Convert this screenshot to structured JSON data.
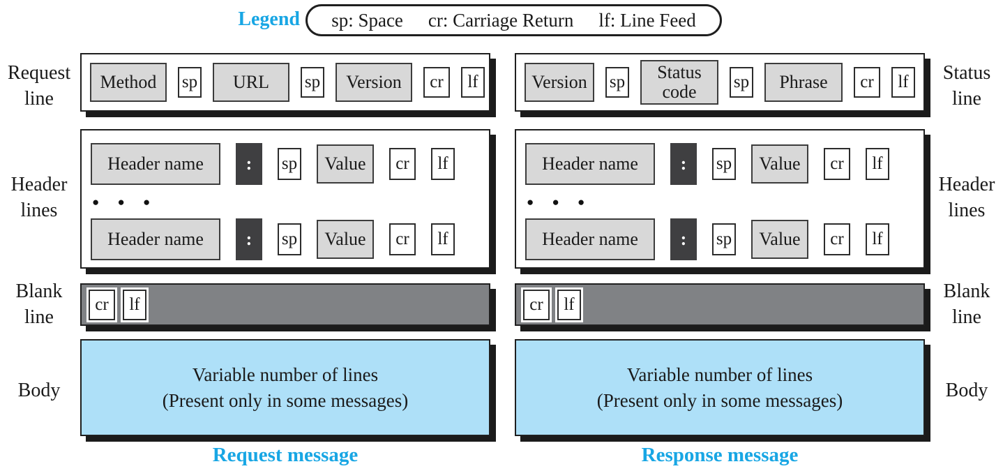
{
  "colors": {
    "accent_cyan": "#18a6e4",
    "box_fill_gray": "#d8d8d8",
    "colon_box_dark": "#3f3f41",
    "blank_bar_gray": "#808285",
    "body_fill_blue": "#aee0f8",
    "shadow_black": "#1b1b1b"
  },
  "legend": {
    "title": "Legend",
    "items": [
      "sp: Space",
      "cr: Carriage Return",
      "lf: Line Feed"
    ]
  },
  "left": {
    "caption": "Request message",
    "request_line": {
      "label": "Request line",
      "method": "Method",
      "sp1": "sp",
      "url": "URL",
      "sp2": "sp",
      "version": "Version",
      "cr": "cr",
      "lf": "lf"
    },
    "header_lines": {
      "label": "Header lines",
      "ellipsis": "● ● ●",
      "row1": {
        "name": "Header name",
        "colon": ":",
        "sp": "sp",
        "value": "Value",
        "cr": "cr",
        "lf": "lf"
      },
      "row2": {
        "name": "Header name",
        "colon": ":",
        "sp": "sp",
        "value": "Value",
        "cr": "cr",
        "lf": "lf"
      }
    },
    "blank_line": {
      "label": "Blank line",
      "cr": "cr",
      "lf": "lf"
    },
    "body": {
      "label": "Body",
      "line1": "Variable number of lines",
      "line2": "(Present only in some messages)"
    }
  },
  "right": {
    "caption": "Response message",
    "status_line": {
      "label": "Status line",
      "version": "Version",
      "sp1": "sp",
      "status_code": "Status code",
      "sp2": "sp",
      "phrase": "Phrase",
      "cr": "cr",
      "lf": "lf"
    },
    "header_lines": {
      "label": "Header lines",
      "ellipsis": "● ● ●",
      "row1": {
        "name": "Header name",
        "colon": ":",
        "sp": "sp",
        "value": "Value",
        "cr": "cr",
        "lf": "lf"
      },
      "row2": {
        "name": "Header name",
        "colon": ":",
        "sp": "sp",
        "value": "Value",
        "cr": "cr",
        "lf": "lf"
      }
    },
    "blank_line": {
      "label": "Blank line",
      "cr": "cr",
      "lf": "lf"
    },
    "body": {
      "label": "Body",
      "line1": "Variable number of lines",
      "line2": "(Present only in some messages)"
    }
  }
}
